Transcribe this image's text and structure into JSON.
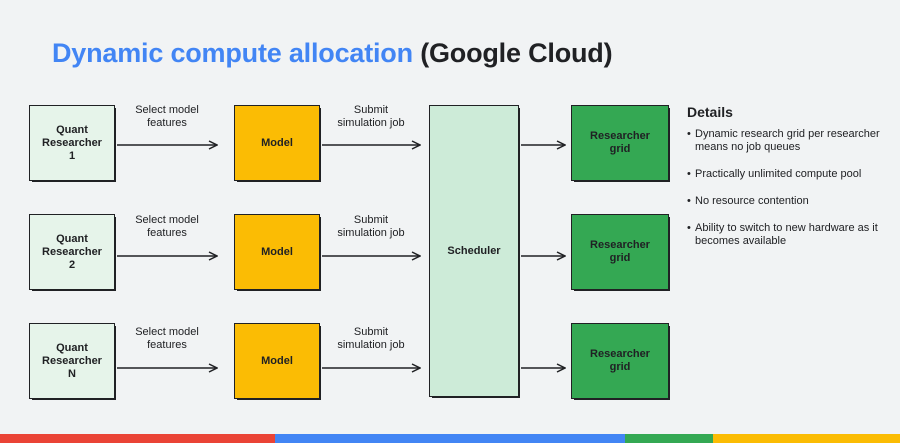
{
  "title": {
    "highlight": "Dynamic compute allocation",
    "rest": "(Google Cloud)"
  },
  "rows": [
    {
      "researcher": [
        "Quant",
        "Researcher",
        "1"
      ],
      "select_label": [
        "Select model",
        "features"
      ],
      "model": "Model",
      "submit_label": [
        "Submit",
        "simulation job"
      ],
      "grid": [
        "Researcher",
        "grid"
      ]
    },
    {
      "researcher": [
        "Quant",
        "Researcher",
        "2"
      ],
      "select_label": [
        "Select model",
        "features"
      ],
      "model": "Model",
      "submit_label": [
        "Submit",
        "simulation job"
      ],
      "grid": [
        "Researcher",
        "grid"
      ]
    },
    {
      "researcher": [
        "Quant",
        "Researcher",
        "N"
      ],
      "select_label": [
        "Select model",
        "features"
      ],
      "model": "Model",
      "submit_label": [
        "Submit",
        "simulation job"
      ],
      "grid": [
        "Researcher",
        "grid"
      ]
    }
  ],
  "scheduler": "Scheduler",
  "details": {
    "title": "Details",
    "items": [
      "Dynamic research grid per researcher means no job queues",
      "Practically unlimited compute pool",
      "No resource contention",
      "Ability to switch to new hardware as it becomes available"
    ]
  },
  "colors": {
    "blue": "#4285f4",
    "red": "#ea4335",
    "green": "#34a853",
    "yellow": "#fbbc04",
    "researcher_fill": "#e6f4ea",
    "scheduler_fill": "#cdebd8"
  }
}
